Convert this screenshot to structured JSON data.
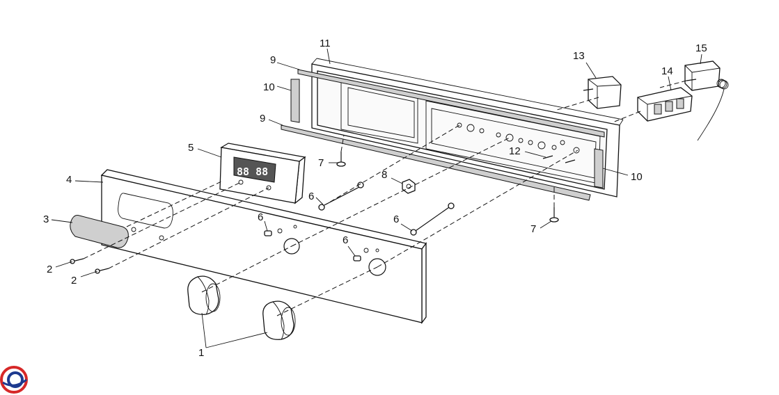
{
  "diagram": {
    "display_text": "88 88",
    "callouts": {
      "c1": "1",
      "c2a": "2",
      "c2b": "2",
      "c3": "3",
      "c4": "4",
      "c5": "5",
      "c6a": "6",
      "c6b": "6",
      "c6c": "6",
      "c6d": "6",
      "c7a": "7",
      "c7b": "7",
      "c8": "8",
      "c9a": "9",
      "c9b": "9",
      "c10a": "10",
      "c10b": "10",
      "c11": "11",
      "c12": "12",
      "c13": "13",
      "c14": "14",
      "c15": "15"
    }
  },
  "logo": {
    "colors": [
      "#d62828",
      "#1d3a8f"
    ]
  }
}
